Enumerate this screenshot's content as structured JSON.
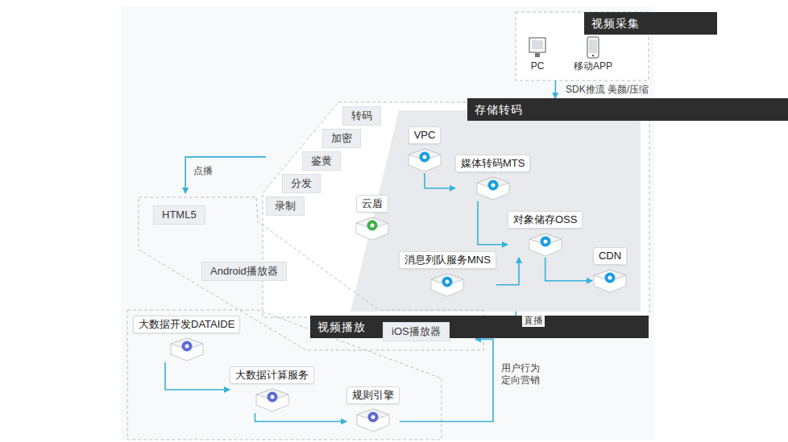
{
  "diagram": {
    "nodes": [
      {
        "text": [
          "视频采集"
        ]
      },
      {
        "text": [
          "PC"
        ],
        "in": 0
      },
      {
        "text": [
          "移动APP"
        ],
        "in": 0
      },
      {
        "text": [
          "存储转码"
        ]
      },
      {
        "text": [
          "转码"
        ],
        "in": 3
      },
      {
        "text": [
          "加密"
        ],
        "in": 3
      },
      {
        "text": [
          "鉴黄"
        ],
        "in": 3
      },
      {
        "text": [
          "分发"
        ],
        "in": 3
      },
      {
        "text": [
          "录制"
        ],
        "in": 3
      },
      {
        "text": [
          "VPC"
        ],
        "in": 3
      },
      {
        "text": [
          "媒体转码MTS"
        ],
        "in": 3
      },
      {
        "text": [
          "云盾"
        ],
        "in": 3
      },
      {
        "text": [
          "对象储存OSS"
        ],
        "in": 3
      },
      {
        "text": [
          "消息列队服务MNS"
        ],
        "in": 3
      },
      {
        "text": [
          "CDN"
        ],
        "in": 3
      },
      {
        "text": [
          "视频播放"
        ]
      },
      {
        "text": [
          "HTML5"
        ],
        "in": 15
      },
      {
        "text": [
          "Android播放器"
        ],
        "in": 15
      },
      {
        "text": [
          "iOS播放器"
        ],
        "in": 15
      },
      {
        "text": [
          "大数据开发DATAIDE"
        ]
      },
      {
        "text": [
          "大数据计算服务"
        ]
      },
      {
        "text": [
          "规则引擎"
        ]
      }
    ],
    "edges": [
      {
        "from": 0,
        "to": 3,
        "label": "SDK推流 美颜/压缩",
        "arrow": "to"
      },
      {
        "from": 9,
        "to": 10,
        "arrow": "to"
      },
      {
        "from": 10,
        "to": 12,
        "arrow": "to"
      },
      {
        "from": 12,
        "to": 14,
        "arrow": "to"
      },
      {
        "from": 13,
        "to": 12,
        "arrow": "to"
      },
      {
        "from": 3,
        "to": 15,
        "label": "点播",
        "arrow": "to"
      },
      {
        "from": 3,
        "to": 15,
        "label": "直播",
        "arrow": "to"
      },
      {
        "from": 19,
        "to": 20,
        "arrow": "to"
      },
      {
        "from": 20,
        "to": 21,
        "arrow": "to"
      },
      {
        "from": 21,
        "to": 15,
        "label": "用户行为 定向营销",
        "arrow": "to"
      }
    ]
  }
}
